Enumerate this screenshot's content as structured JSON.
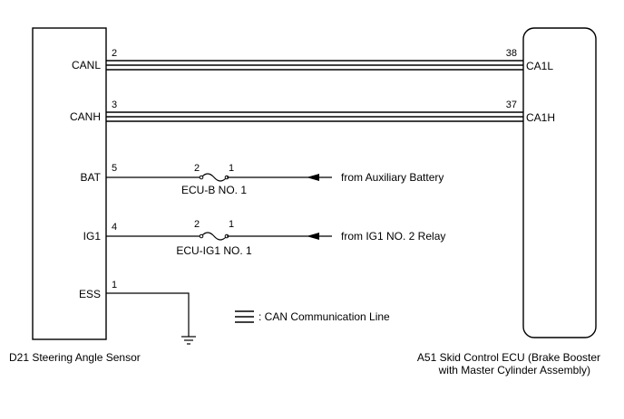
{
  "left_component": {
    "caption": "D21 Steering Angle Sensor",
    "pins": [
      {
        "label": "CANL",
        "number": "2"
      },
      {
        "label": "CANH",
        "number": "3"
      },
      {
        "label": "BAT",
        "number": "5"
      },
      {
        "label": "IG1",
        "number": "4"
      },
      {
        "label": "ESS",
        "number": "1"
      }
    ]
  },
  "right_component": {
    "caption_line1": "A51 Skid Control ECU (Brake Booster",
    "caption_line2": "with Master Cylinder Assembly)",
    "pins": [
      {
        "label": "CA1L",
        "number": "38"
      },
      {
        "label": "CA1H",
        "number": "37"
      }
    ]
  },
  "fuses": [
    {
      "name": "ECU-B NO. 1",
      "pin_left": "2",
      "pin_right": "1",
      "source": "from Auxiliary Battery"
    },
    {
      "name": "ECU-IG1 NO. 1",
      "pin_left": "2",
      "pin_right": "1",
      "source": "from IG1 NO. 2 Relay"
    }
  ],
  "legend": {
    "text": ": CAN Communication Line"
  }
}
